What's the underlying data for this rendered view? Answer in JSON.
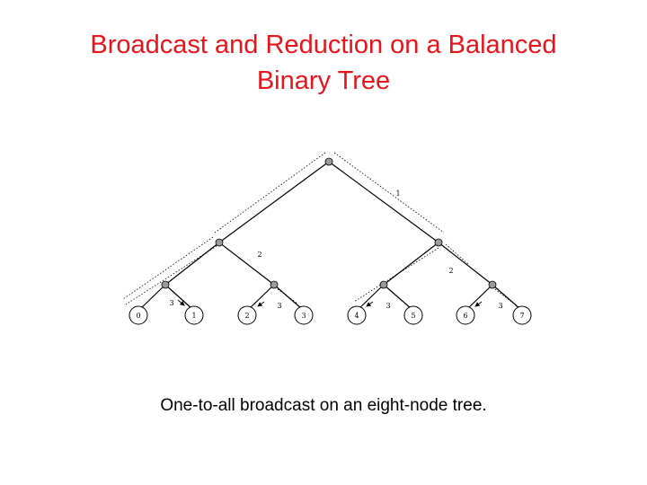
{
  "title": {
    "line1": "Broadcast and Reduction on a Balanced",
    "line2": "Binary Tree"
  },
  "diagram": {
    "leaf_labels": [
      "0",
      "1",
      "2",
      "3",
      "4",
      "5",
      "6",
      "7"
    ],
    "edge_labels": {
      "root": "1",
      "left_level2": "2",
      "right_level2": "2",
      "leaf_steps": [
        "3",
        "3",
        "3",
        "3"
      ]
    },
    "colors": {
      "internal_node_fill": "#9a9a9a",
      "stroke": "#000000"
    }
  },
  "caption": "One-to-all broadcast on an eight-node tree."
}
